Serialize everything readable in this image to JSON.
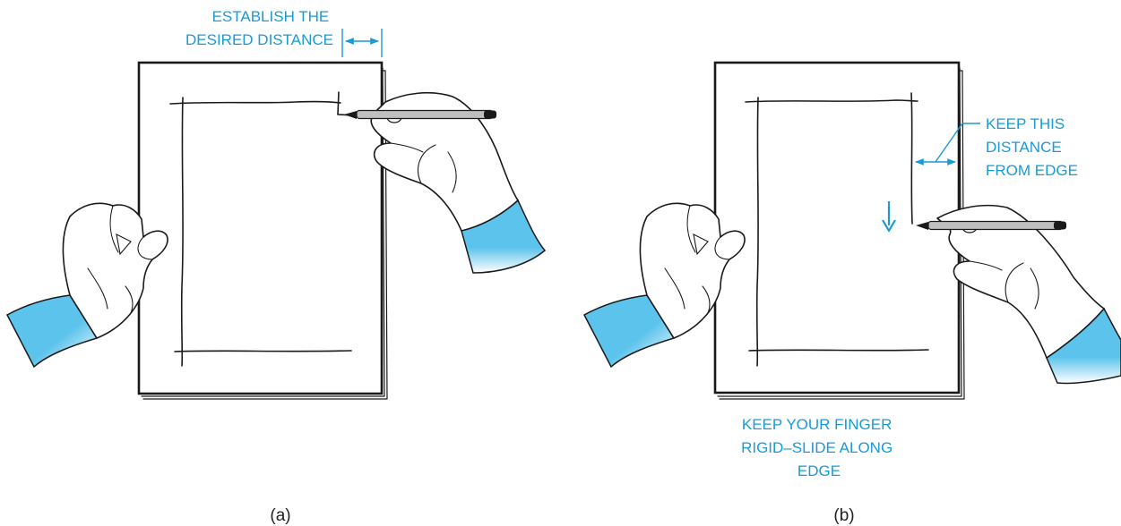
{
  "colors": {
    "accent": "#1a9ad6",
    "cuff": "#5cc3ec",
    "ink": "#1a1a1a"
  },
  "panel_a": {
    "callout_lines": [
      "ESTABLISH THE",
      "DESIRED DISTANCE"
    ],
    "caption": "(a)"
  },
  "panel_b": {
    "callout_lines": [
      "KEEP THIS",
      "DISTANCE",
      "FROM EDGE"
    ],
    "note_lines": [
      "KEEP YOUR FINGER",
      "RIGID–SLIDE ALONG",
      "EDGE"
    ],
    "caption": "(b)",
    "direction_arrow": "arrow-down-icon"
  }
}
